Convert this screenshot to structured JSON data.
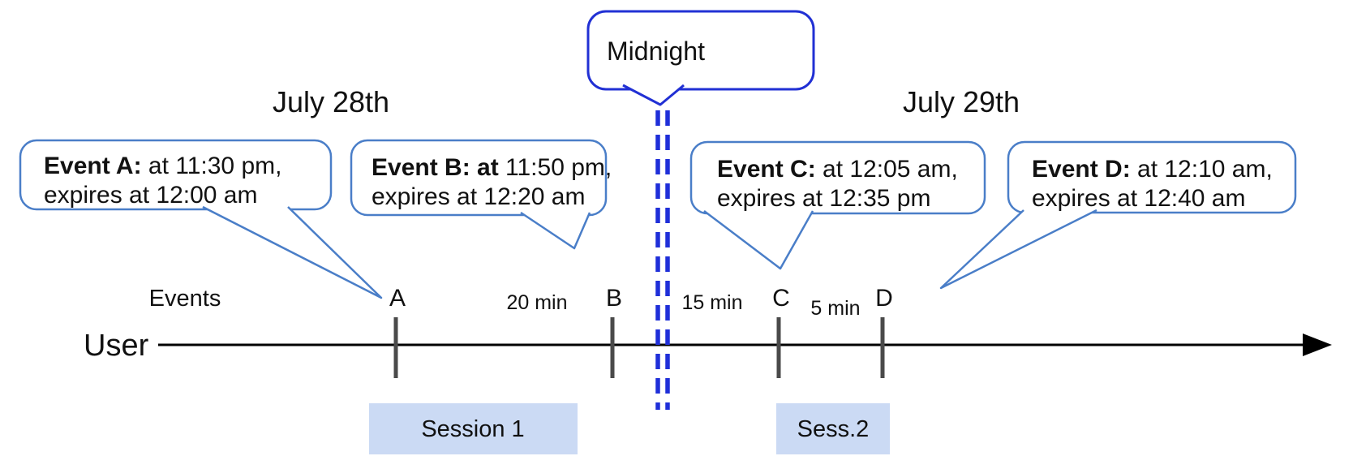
{
  "dates": {
    "left": "July 28th",
    "right": "July 29th"
  },
  "midnight": {
    "label": "Midnight"
  },
  "callouts": [
    {
      "title": "Event A:",
      "detail": " at 11:30 pm,",
      "line2": "expires at 12:00 am"
    },
    {
      "title": "Event B: at",
      "detail": " 11:50 pm,",
      "line2": "expires at 12:20 am"
    },
    {
      "title": "Event C:",
      "detail": " at 12:05 am,",
      "line2": "expires at 12:35 pm"
    },
    {
      "title": "Event D:",
      "detail": " at 12:10 am,",
      "line2": "expires at 12:40 am"
    }
  ],
  "timeline": {
    "row_label": "Events",
    "axis_label": "User",
    "ticks": [
      "A",
      "B",
      "C",
      "D"
    ],
    "intervals": [
      "20 min",
      "15 min",
      "5 min"
    ]
  },
  "sessions": [
    "Session 1",
    "Sess.2"
  ],
  "colors": {
    "callout_border": "#4a7ec8",
    "midnight_border": "#2130d4",
    "divider": "#1f2fd9",
    "session_fill": "#cbdaf4",
    "tick": "#4a4a4a",
    "axis": "#000000"
  }
}
